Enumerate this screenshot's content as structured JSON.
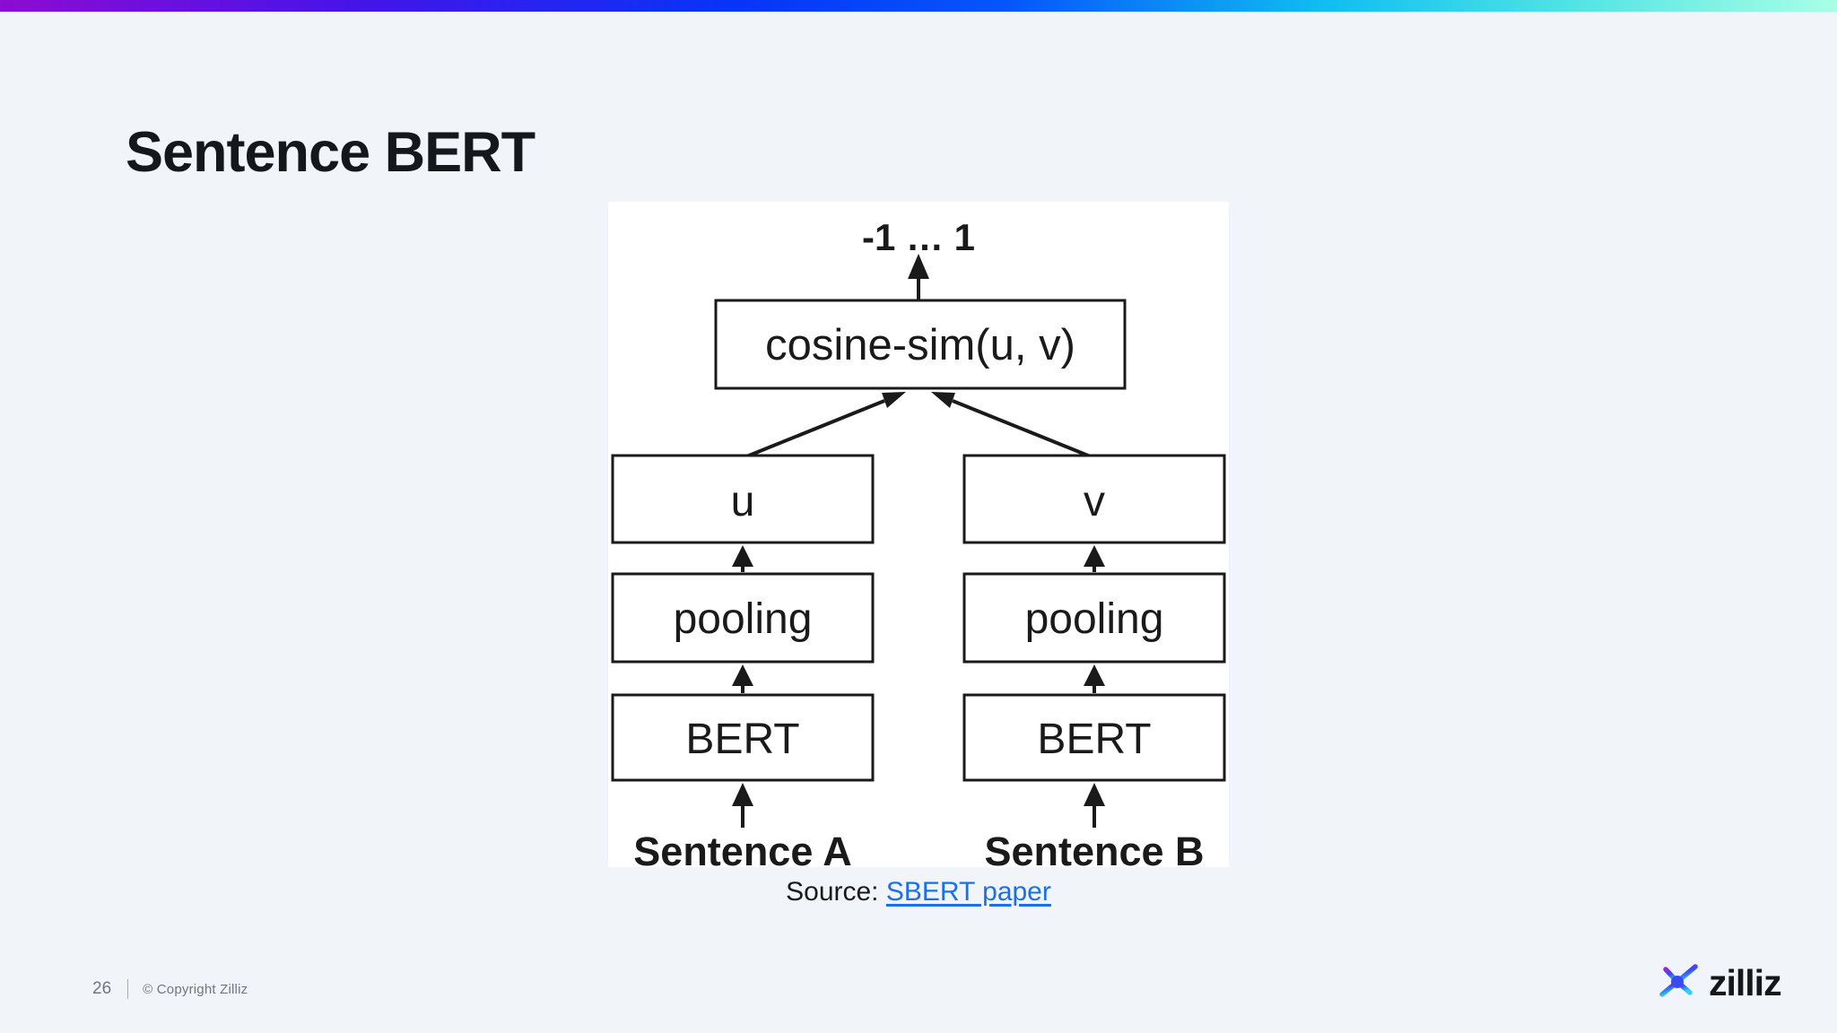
{
  "slide": {
    "title": "Sentence BERT",
    "background_color": "#F1F5F9",
    "accent_gradient": [
      "#8D0BD4",
      "#4315E9",
      "#0734F8",
      "#10BDF2",
      "#A9FFE6"
    ]
  },
  "diagram": {
    "output_range": "-1 … 1",
    "similarity_label": "cosine-sim(u, v)",
    "left": {
      "vector": "u",
      "pooling": "pooling",
      "encoder": "BERT",
      "input": "Sentence A"
    },
    "right": {
      "vector": "v",
      "pooling": "pooling",
      "encoder": "BERT",
      "input": "Sentence B"
    }
  },
  "source": {
    "label": "Source:",
    "link": "SBERT paper",
    "link_color": "#1B6FE8"
  },
  "footer": {
    "page_number": "26",
    "copyright": "© Copyright Zilliz"
  },
  "logo": {
    "wordmark": "zilliz"
  }
}
